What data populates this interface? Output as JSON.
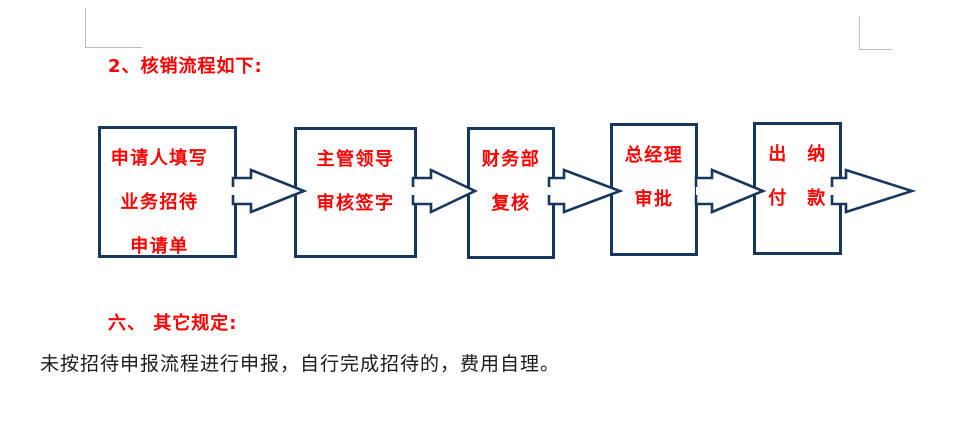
{
  "colors": {
    "accent_red": "#ff0000",
    "box_border_navy": "#17375e",
    "body_text": "#1a1a1a",
    "margin_mark_gray": "#bdbdbd",
    "background": "#ffffff"
  },
  "document": {
    "heading_flow": "2、核销流程如下:",
    "heading_other": "六、 其它规定:",
    "body_note": "未按招待申报流程进行申报，自行完成招待的，费用自理。"
  },
  "flowchart": {
    "direction": "left-to-right",
    "connector": "right-arrow",
    "steps": [
      {
        "name": "applicant-fills-form",
        "lines": [
          "申请人填写",
          "业务招待",
          "申请单"
        ]
      },
      {
        "name": "supervisor-review-sign",
        "lines": [
          "主管领导",
          "审核签字"
        ]
      },
      {
        "name": "finance-recheck",
        "lines": [
          "财务部",
          "复核"
        ]
      },
      {
        "name": "general-manager-approval",
        "lines": [
          "总经理",
          "审批"
        ]
      },
      {
        "name": "cashier-payment",
        "lines": [
          "出　纳",
          "付　款"
        ]
      }
    ]
  }
}
